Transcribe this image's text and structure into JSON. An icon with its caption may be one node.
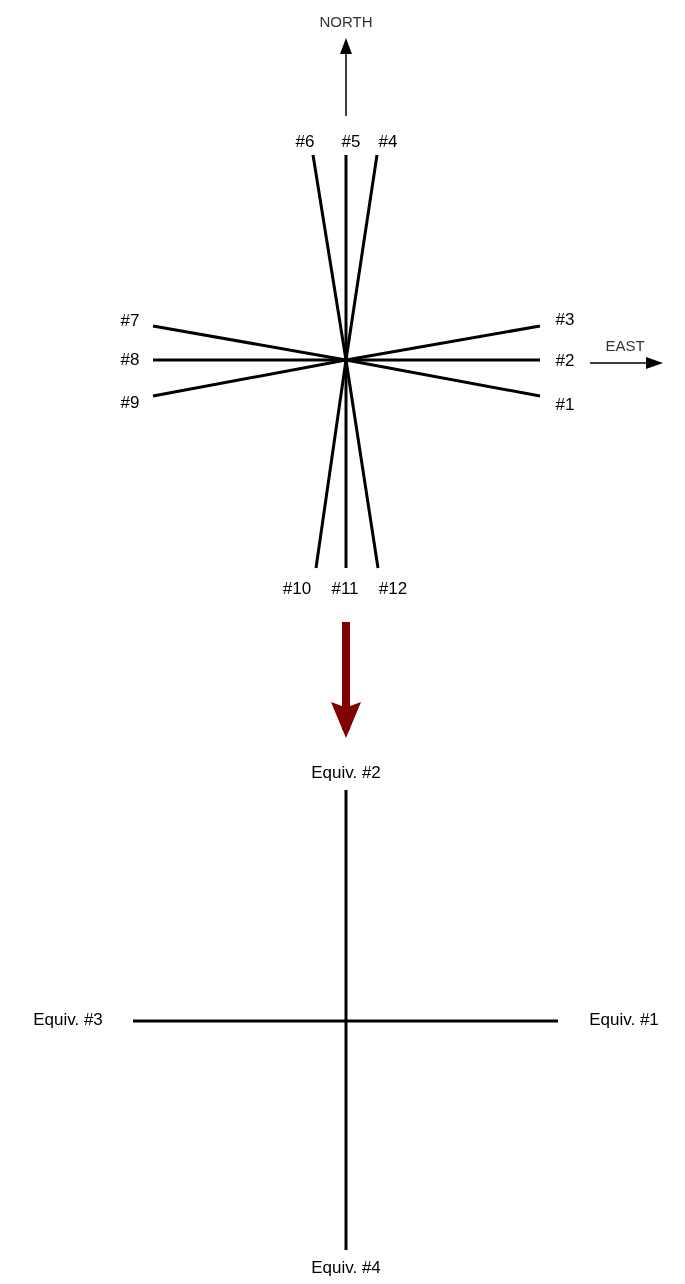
{
  "diagram": {
    "nodes": [
      {
        "text": [],
        "shape": "picture",
        "beside": [
          "#6",
          "#5",
          "#4",
          "#7",
          "#3",
          "#8",
          "#2",
          "#9",
          "#1",
          "#10",
          "#11",
          "#12"
        ]
      },
      {
        "text": [],
        "shape": "picture",
        "beside": [
          "Equiv. #2",
          "Equiv. #3",
          "Equiv. #1",
          "Equiv. #4"
        ]
      }
    ],
    "edges": [
      {
        "from": 0,
        "to": 1,
        "arrow": "to",
        "color": "#800000"
      }
    ],
    "labels": [
      "NORTH",
      "EAST"
    ]
  }
}
